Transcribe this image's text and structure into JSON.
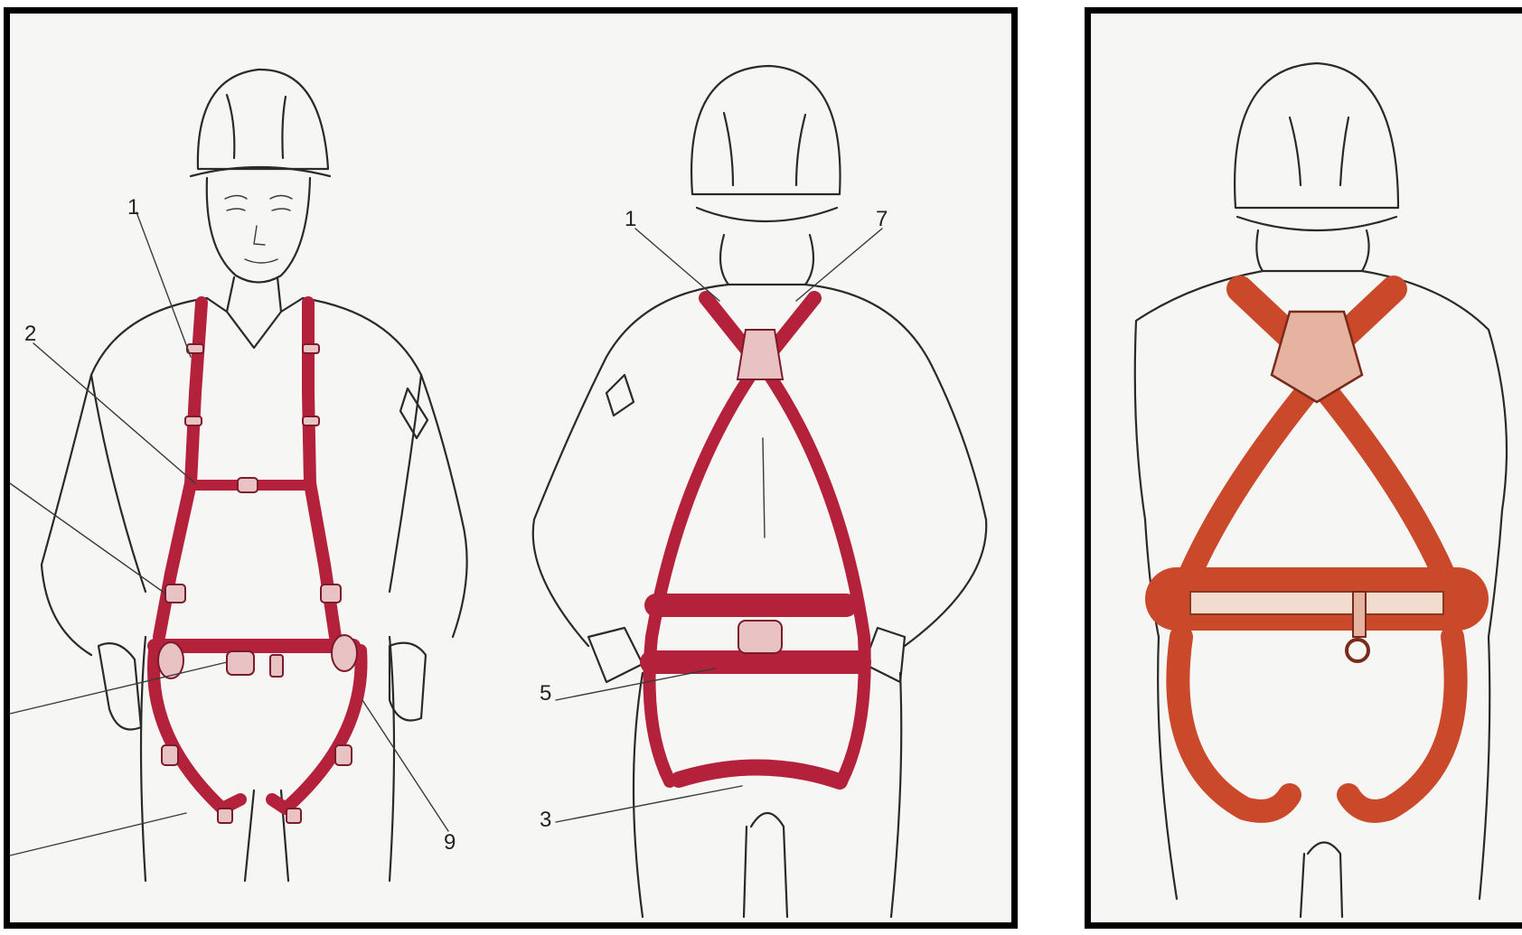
{
  "figure": {
    "front_view": {
      "callouts": [
        "1",
        "2",
        "9"
      ]
    },
    "back_view": {
      "callouts": [
        "1",
        "7",
        "5",
        "3"
      ]
    }
  },
  "colors": {
    "harness_red": "#b3213a",
    "harness_orange": "#c9492a",
    "line_ink": "#2a2a2a",
    "paper": "#f6f6f4",
    "frame": "#000000"
  }
}
